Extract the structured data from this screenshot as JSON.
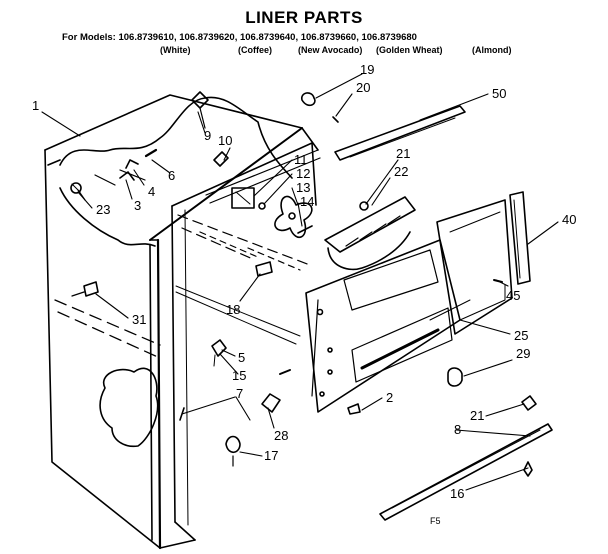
{
  "title": "LINER PARTS",
  "models_line": "For Models: 106.8739610, 106.8739620, 106.8739640, 106.8739660, 106.8739680",
  "colors": [
    "(White)",
    "(Coffee)",
    "(New Avocado)",
    "(Golden Wheat)",
    "(Almond)"
  ],
  "footer_code": "F5",
  "callouts": [
    "1",
    "2",
    "3",
    "4",
    "5",
    "6",
    "7",
    "8",
    "9",
    "10",
    "11",
    "12",
    "13",
    "14",
    "15",
    "16",
    "17",
    "18",
    "19",
    "20",
    "21",
    "21",
    "22",
    "23",
    "25",
    "28",
    "29",
    "31",
    "40",
    "45",
    "50"
  ]
}
